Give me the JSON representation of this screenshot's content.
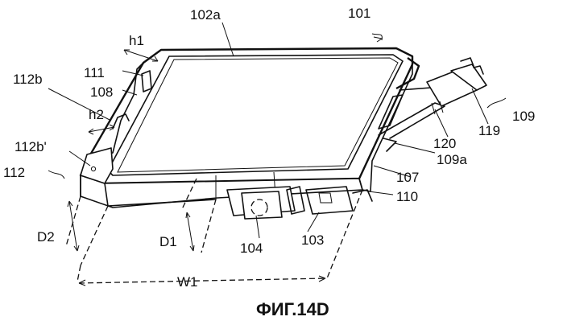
{
  "labels": {
    "ref_101": "101",
    "ref_102a": "102a",
    "ref_h1": "h1",
    "ref_111": "111",
    "ref_108": "108",
    "ref_112b": "112b",
    "ref_h2": "h2",
    "ref_112b_prime": "112b'",
    "ref_112": "112",
    "ref_109": "109",
    "ref_119": "119",
    "ref_120": "120",
    "ref_109a": "109a",
    "ref_107": "107",
    "ref_110": "110",
    "ref_d2": "D2",
    "ref_d1": "D1",
    "ref_104": "104",
    "ref_103": "103",
    "ref_w1": "W1"
  },
  "caption": "ФИГ.14D"
}
